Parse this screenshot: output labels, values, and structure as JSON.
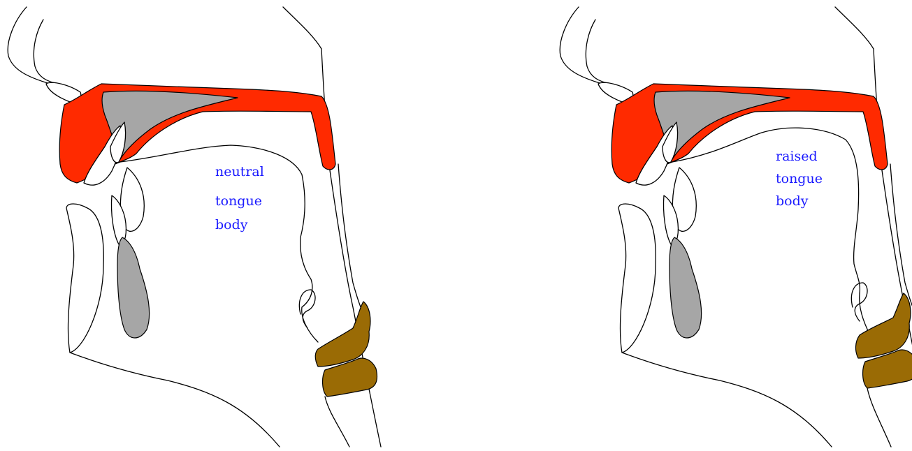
{
  "diagrams": [
    {
      "id": "neutral",
      "label_lines": [
        "neutral",
        "tongue",
        "body"
      ],
      "colors": {
        "palate": "#ff2a00",
        "bone": "#a6a6a6",
        "larynx": "#9a6b05",
        "label": "#1a1aff"
      }
    },
    {
      "id": "raised",
      "label_lines": [
        "raised",
        "tongue",
        "body"
      ],
      "colors": {
        "palate": "#ff2a00",
        "bone": "#a6a6a6",
        "larynx": "#9a6b05",
        "label": "#1a1aff"
      }
    }
  ]
}
